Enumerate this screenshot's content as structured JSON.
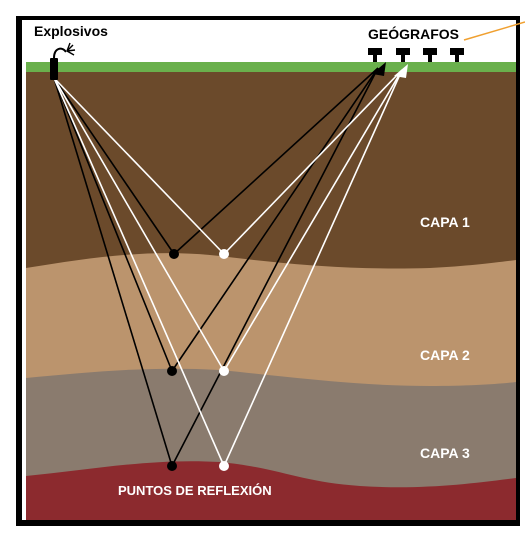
{
  "labels": {
    "explosivos": "Explosivos",
    "geografos": "GEÓGRAFOS",
    "capa1": "CAPA 1",
    "capa2": "CAPA 2",
    "capa3": "CAPA 3",
    "puntos": "PUNTOS DE REFLEXIÓN"
  },
  "colors": {
    "grass": "#6ab04c",
    "capa1": "#6b4a2b",
    "capa2": "#bb946d",
    "capa3": "#8a7b6e",
    "bedrock": "#8c2a2e",
    "leader": "#f0a030"
  },
  "icons": [
    "explosive-charge-icon",
    "geophone-icon"
  ]
}
